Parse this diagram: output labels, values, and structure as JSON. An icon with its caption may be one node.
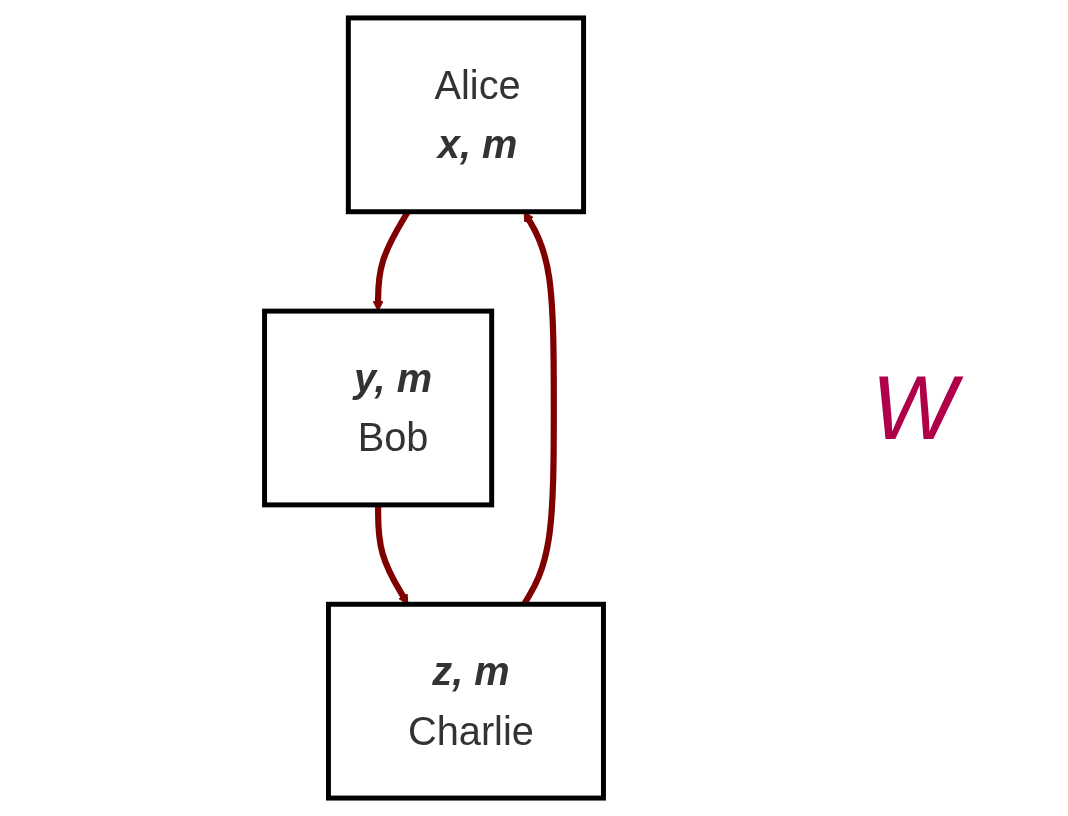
{
  "diagram": {
    "nodes": [
      {
        "text": [
          "Alice",
          "x, m"
        ]
      },
      {
        "text": [
          "y, m",
          "Bob"
        ]
      },
      {
        "text": [
          "z, m",
          "Charlie"
        ]
      }
    ],
    "edges": [
      {
        "from": 0,
        "to": 1,
        "arrow": "to"
      },
      {
        "from": 1,
        "to": 2,
        "arrow": "to"
      },
      {
        "from": 2,
        "to": 0,
        "arrow": "to"
      }
    ],
    "labels": [
      "W"
    ]
  }
}
